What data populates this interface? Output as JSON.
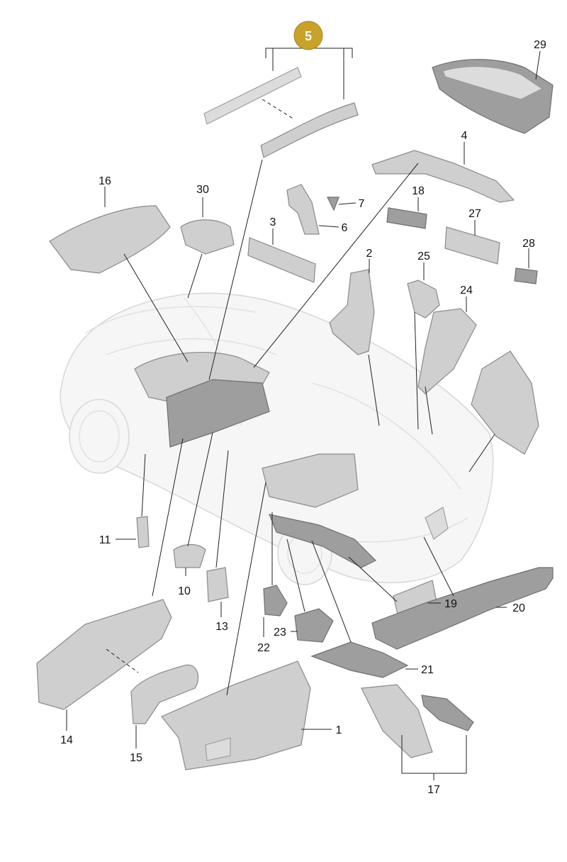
{
  "badge": {
    "label": "5",
    "color": "#c9a22c"
  },
  "callouts": {
    "c1": "1",
    "c2": "2",
    "c3": "3",
    "c4": "4",
    "c6": "6",
    "c7": "7",
    "c10": "10",
    "c11": "11",
    "c13": "13",
    "c14": "14",
    "c15": "15",
    "c16": "16",
    "c17": "17",
    "c18": "18",
    "c19": "19",
    "c20": "20",
    "c21": "21",
    "c22": "22",
    "c23": "23",
    "c24": "24",
    "c25": "25",
    "c27": "27",
    "c28": "28",
    "c29": "29",
    "c30": "30"
  }
}
